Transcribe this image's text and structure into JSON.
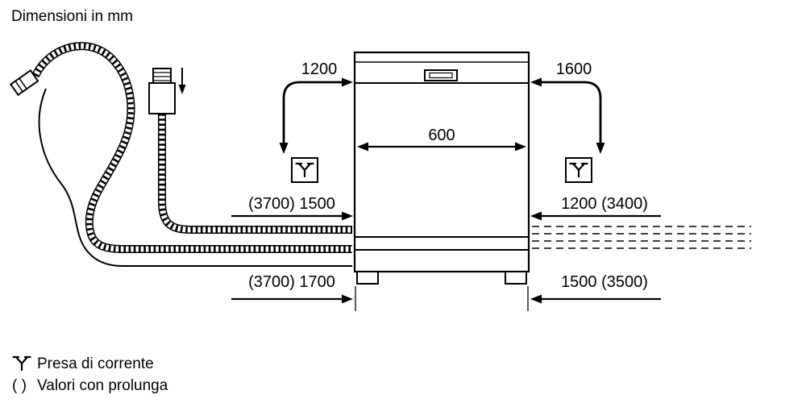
{
  "title": "Dimensioni in mm",
  "dimensions": {
    "top_left": "1200",
    "top_right": "1600",
    "width": "600",
    "mid_left": "(3700) 1500",
    "mid_right": "1200 (3400)",
    "bottom_left": "(3700) 1700",
    "bottom_right": "1500 (3500)"
  },
  "legend": {
    "socket_label": "Presa di corrente",
    "extension_symbol": "( )",
    "extension_label": "Valori con prolunga"
  },
  "colors": {
    "line": "#000000",
    "background": "#ffffff"
  }
}
